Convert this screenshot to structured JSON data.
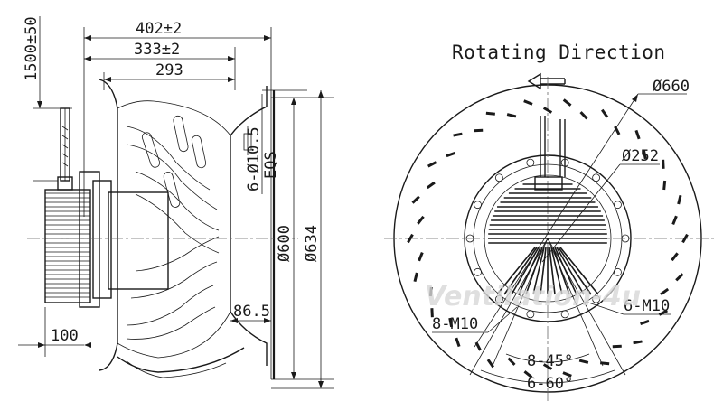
{
  "side_view": {
    "dim_cable_length": "1500±50",
    "dim_overall_depth": "402±2",
    "dim_depth_2": "333±2",
    "dim_depth_3": "293",
    "dim_mount_holes": "6-Ø10.5",
    "dim_eqs": "EQS",
    "dim_diameter_inner": "Ø600",
    "dim_diameter_outer": "Ø634",
    "dim_inlet_offset": "86.5",
    "dim_motor_offset": "100"
  },
  "front_view": {
    "title": "Rotating Direction",
    "rotation_arrow": "left-arrow",
    "dim_impeller_diameter": "Ø660",
    "dim_motor_diameter": "Ø252",
    "dim_holes_left": "8-M10",
    "dim_holes_right": "6-M10",
    "dim_angle_small": "8-45°",
    "dim_angle_large": "6-60°"
  },
  "watermark": "Ventilation-4u"
}
